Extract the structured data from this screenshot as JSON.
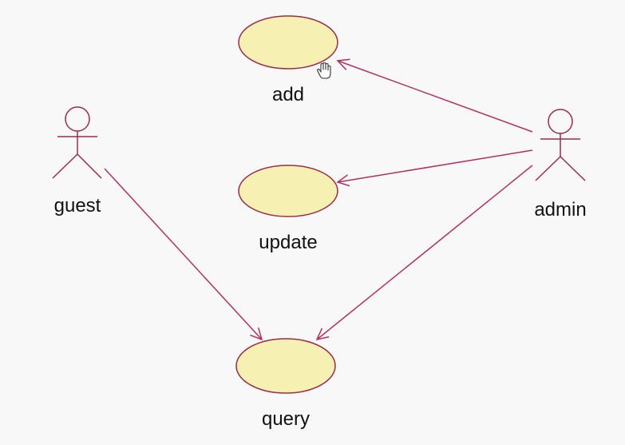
{
  "colors": {
    "background": "#f8f8f8",
    "line": "#b03060",
    "usecase_fill": "#f7f0b3",
    "usecase_stroke": "#9a2a4a",
    "text": "#111111"
  },
  "actors": [
    {
      "id": "guest",
      "label": "guest"
    },
    {
      "id": "admin",
      "label": "admin"
    }
  ],
  "use_cases": [
    {
      "id": "add",
      "label": "add"
    },
    {
      "id": "update",
      "label": "update"
    },
    {
      "id": "query",
      "label": "query"
    }
  ],
  "associations": [
    {
      "from": "admin",
      "to": "add"
    },
    {
      "from": "admin",
      "to": "update"
    },
    {
      "from": "admin",
      "to": "query"
    },
    {
      "from": "guest",
      "to": "query"
    }
  ],
  "cursor_icon": "hand-pointer-icon"
}
